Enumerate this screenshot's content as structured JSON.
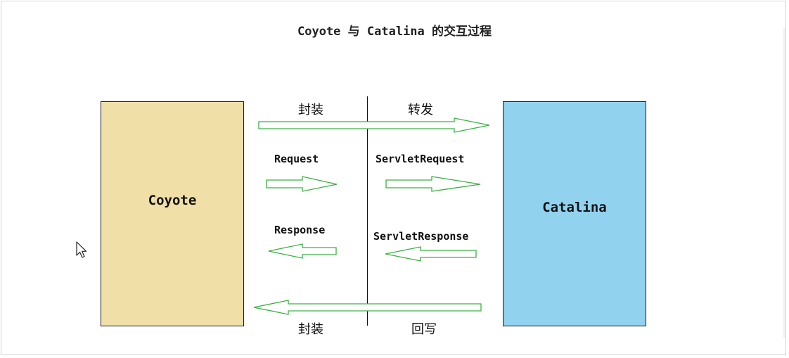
{
  "title": "Coyote 与 Catalina 的交互过程",
  "boxes": {
    "left": "Coyote",
    "right": "Catalina"
  },
  "labels": {
    "top_left": "封装",
    "top_right": "转发",
    "request": "Request",
    "servlet_request": "ServletRequest",
    "response": "Response",
    "servlet_response": "ServletResponse",
    "bottom_left": "封装",
    "bottom_right": "回写"
  },
  "colors": {
    "coyote_fill": "#f1dfa8",
    "catalina_fill": "#91d3ee",
    "arrow_stroke": "#3cb043"
  }
}
